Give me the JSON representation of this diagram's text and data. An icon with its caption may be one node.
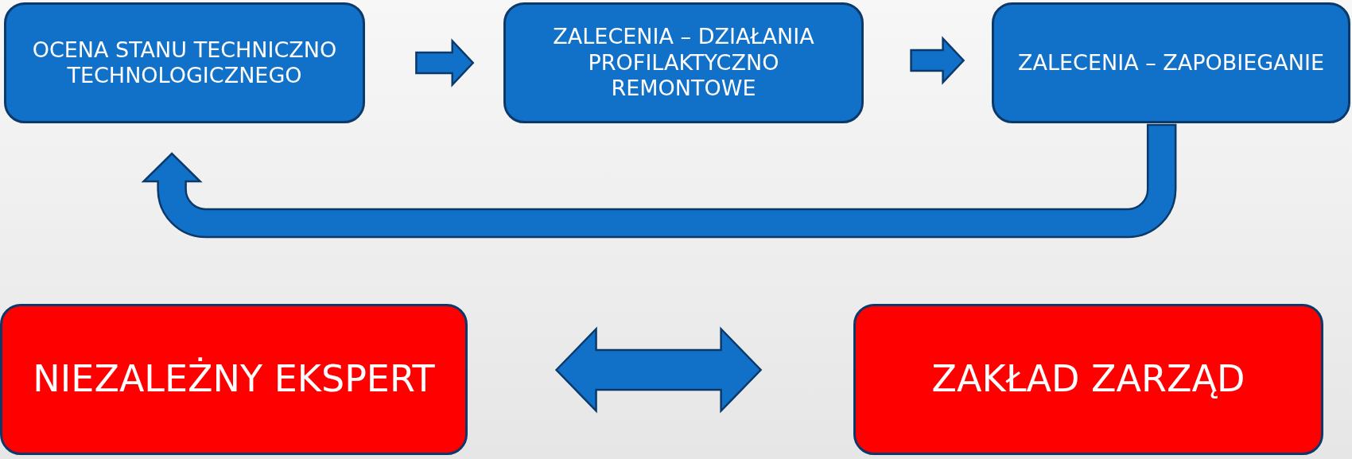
{
  "diagram": {
    "nodes": [
      {
        "text": [
          "OCENA STANU TECHNICZNO TECHNOLOGICZNEGO"
        ]
      },
      {
        "text": [
          "ZALECENIA – DZIAŁANIA PROFILAKTYCZNO REMONTOWE"
        ]
      },
      {
        "text": [
          "ZALECENIA – ZAPOBIEGANIE"
        ]
      },
      {
        "text": [
          "NIEZALEŻNY EKSPERT"
        ]
      },
      {
        "text": [
          "ZAKŁAD ZARZĄD"
        ]
      }
    ],
    "edges": [
      {
        "from": 0,
        "to": 1,
        "arrow": "to"
      },
      {
        "from": 1,
        "to": 2,
        "arrow": "to"
      },
      {
        "from": 2,
        "to": 0,
        "arrow": "to"
      },
      {
        "from": 3,
        "to": 4,
        "arrow": "both"
      }
    ]
  }
}
